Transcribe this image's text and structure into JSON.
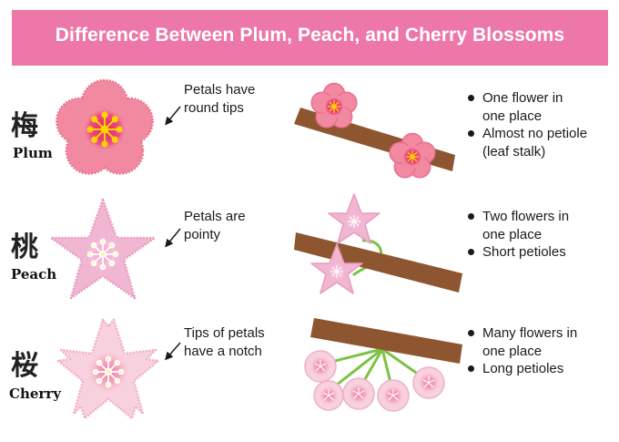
{
  "title": "Difference Between Plum, Peach, and Cherry Blossoms",
  "rows": [
    {
      "kanji": "梅",
      "name": "Plum",
      "note_lines": [
        "Petals have",
        "round tips"
      ],
      "bullets": [
        [
          "One flower in",
          "one place"
        ],
        [
          "Almost no petiole",
          "(leaf stalk)"
        ]
      ]
    },
    {
      "kanji": "桃",
      "name": "Peach",
      "note_lines": [
        "Petals are",
        "pointy"
      ],
      "bullets": [
        [
          "Two flowers in",
          "one place"
        ],
        [
          "Short petioles"
        ]
      ]
    },
    {
      "kanji": "桜",
      "name": "Cherry",
      "note_lines": [
        "Tips of petals",
        "have a notch"
      ],
      "bullets": [
        [
          "Many flowers in",
          "one place"
        ],
        [
          "Long petioles"
        ]
      ]
    }
  ],
  "colors": {
    "banner": "#ec77a8",
    "plum_petal": "#f18aa0",
    "peach_petal": "#f0b6d2",
    "cherry_petal": "#f8d1de",
    "branch": "#8e5630",
    "stem": "#7cc242",
    "stamen": "#ffd200"
  }
}
